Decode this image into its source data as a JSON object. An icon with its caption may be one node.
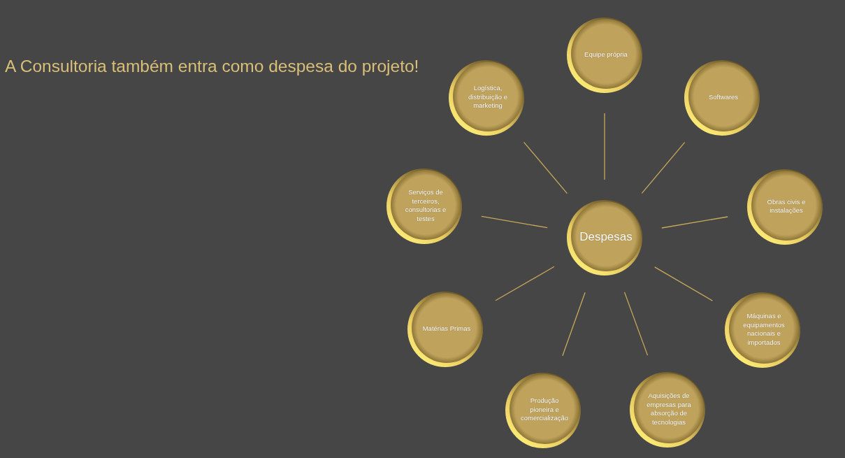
{
  "diagram": {
    "title": "A Consultoria também entra como despesa do projeto!",
    "nodes": [
      {
        "text": [
          "Despesas"
        ]
      },
      {
        "text": [
          "Equipe própria"
        ]
      },
      {
        "text": [
          "Softwares"
        ]
      },
      {
        "text": [
          "Obras civis e instalações"
        ]
      },
      {
        "text": [
          "Máquinas e equipamentos nacionais e importados"
        ]
      },
      {
        "text": [
          "Aquisições de empresas para absorção de tecnologias"
        ]
      },
      {
        "text": [
          "Produção pioneira e comercialização"
        ]
      },
      {
        "text": [
          "Matérias Primas"
        ]
      },
      {
        "text": [
          "Serviços de terceiros, consultorias e testes"
        ]
      },
      {
        "text": [
          "Logística, distribuição e marketing"
        ]
      }
    ],
    "edges": [
      {
        "from": 0,
        "to": 1,
        "arrow": "none"
      },
      {
        "from": 0,
        "to": 2,
        "arrow": "none"
      },
      {
        "from": 0,
        "to": 3,
        "arrow": "none"
      },
      {
        "from": 0,
        "to": 4,
        "arrow": "none"
      },
      {
        "from": 0,
        "to": 5,
        "arrow": "none"
      },
      {
        "from": 0,
        "to": 6,
        "arrow": "none"
      },
      {
        "from": 0,
        "to": 7,
        "arrow": "none"
      },
      {
        "from": 0,
        "to": 8,
        "arrow": "none"
      },
      {
        "from": 0,
        "to": 9,
        "arrow": "none"
      }
    ]
  }
}
